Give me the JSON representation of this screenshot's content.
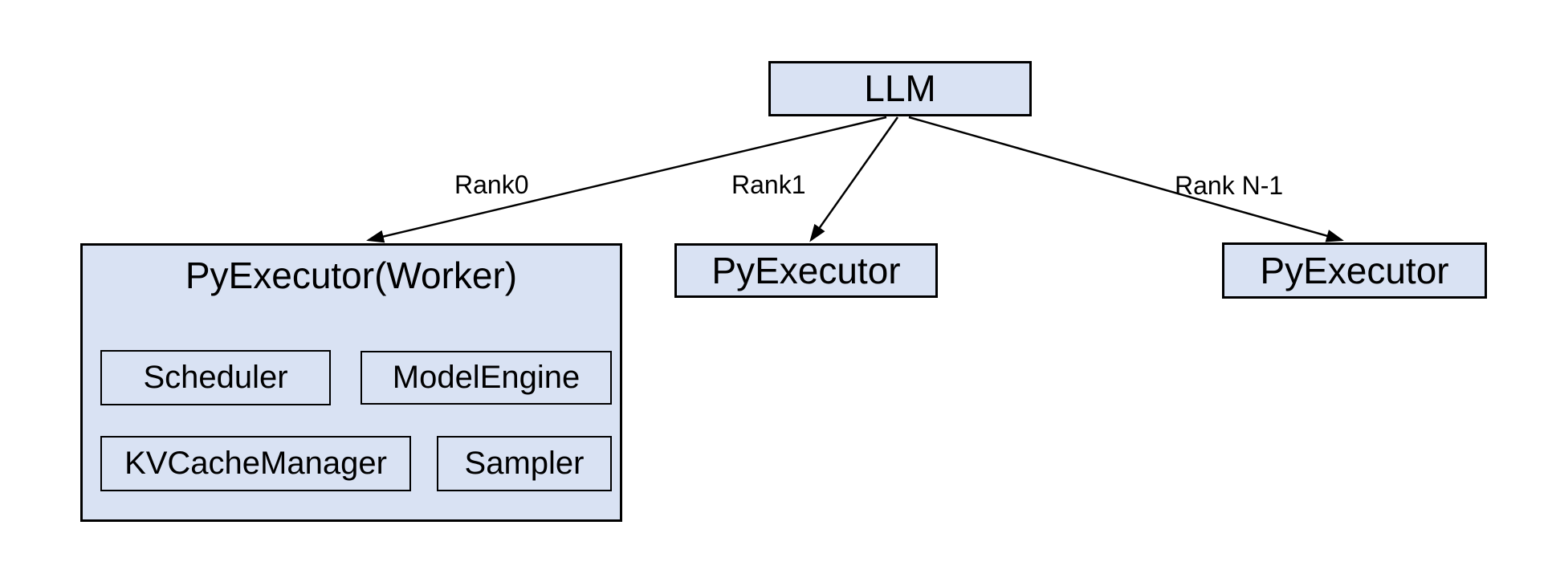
{
  "diagram": {
    "llm": {
      "label": "LLM"
    },
    "worker": {
      "title": "PyExecutor(Worker)",
      "components": [
        {
          "label": "Scheduler"
        },
        {
          "label": "ModelEngine"
        },
        {
          "label": "KVCacheManager"
        },
        {
          "label": "Sampler"
        }
      ]
    },
    "executors": [
      {
        "label": "PyExecutor"
      },
      {
        "label": "PyExecutor"
      }
    ],
    "edges": [
      {
        "label": "Rank0"
      },
      {
        "label": "Rank1"
      },
      {
        "label": "Rank N-1"
      }
    ]
  },
  "colors": {
    "node-fill": "#d9e2f3",
    "node-border": "#000000",
    "edge-color": "#000000",
    "background": "#ffffff",
    "text-color": "#000000"
  }
}
